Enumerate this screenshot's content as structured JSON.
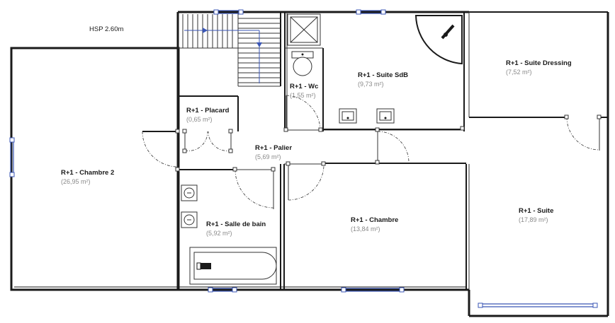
{
  "plan": {
    "hsp_label": "HSP 2.60m",
    "rooms": [
      {
        "id": "chambre2",
        "name": "R+1 - Chambre 2",
        "area": "(26,95 m²)"
      },
      {
        "id": "placard",
        "name": "R+1 - Placard",
        "area": "(0,65 m²)"
      },
      {
        "id": "wc",
        "name": "R+1 - Wc",
        "area": "(1,55 m²)"
      },
      {
        "id": "suite_sdb",
        "name": "R+1 - Suite SdB",
        "area": "(9,73 m²)"
      },
      {
        "id": "suite_dressing",
        "name": "R+1 - Suite Dressing",
        "area": "(7,52 m²)"
      },
      {
        "id": "palier",
        "name": "R+1 - Palier",
        "area": "(5,69 m²)"
      },
      {
        "id": "salle_de_bain",
        "name": "R+1 - Salle de bain",
        "area": "(5,92 m²)"
      },
      {
        "id": "chambre",
        "name": "R+1 - Chambre",
        "area": "(13,84 m²)"
      },
      {
        "id": "suite",
        "name": "R+1 - Suite",
        "area": "(17,89 m²)"
      }
    ],
    "colors": {
      "wall": "#1a1a1a",
      "window": "#3a56b5",
      "stair_arrow": "#3a56b5",
      "area_text": "#8a8a8a"
    }
  }
}
